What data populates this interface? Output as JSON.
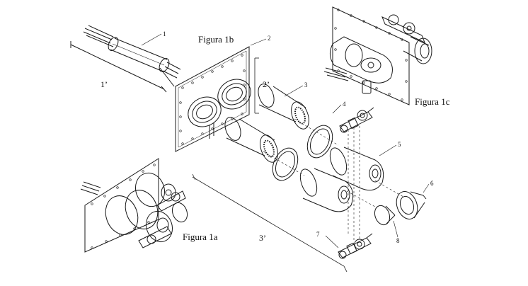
{
  "figures": {
    "fig_1a": "Figura 1a",
    "fig_1b": "Figura 1b",
    "fig_1c": "Figura 1c"
  },
  "group_labels": {
    "g1": "1’",
    "g2": "2’",
    "g3": "3’"
  },
  "part_numbers": [
    "1",
    "2",
    "3",
    "4",
    "5",
    "6",
    "7",
    "8"
  ]
}
